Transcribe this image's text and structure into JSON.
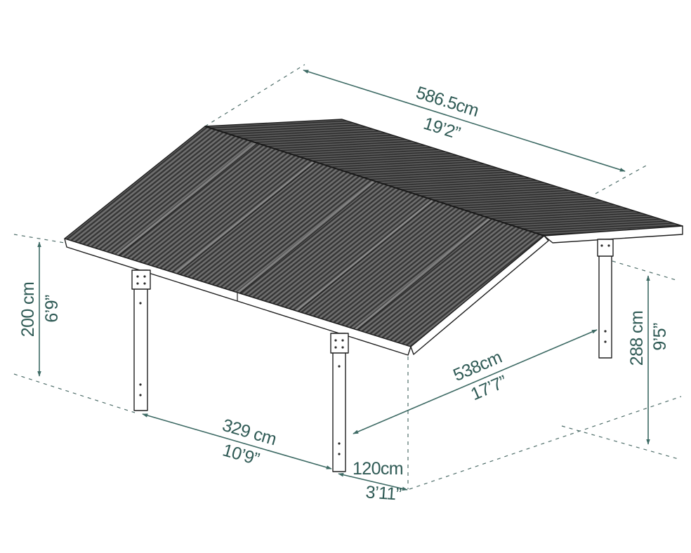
{
  "colors": {
    "annotation": "#2f5a55",
    "dimension_line": "#3d6a64",
    "extension_line": "#4f6e6a",
    "roof_front": "#5a5a5a",
    "roof_back": "#4b4b4b",
    "frame": "#ffffff",
    "outline": "#1e1e1e"
  },
  "dimensions": {
    "top": {
      "metric": "586.5cm",
      "imperial": "19’2”"
    },
    "left": {
      "metric": "200 cm",
      "imperial": "6’9”"
    },
    "right": {
      "metric": "288 cm",
      "imperial": "9’5”"
    },
    "center": {
      "metric": "538cm",
      "imperial": "17’7”"
    },
    "bottom": {
      "metric": "329 cm",
      "imperial": "10’9”"
    },
    "bottom_right": {
      "metric": "120cm",
      "imperial": "3’11”"
    }
  }
}
